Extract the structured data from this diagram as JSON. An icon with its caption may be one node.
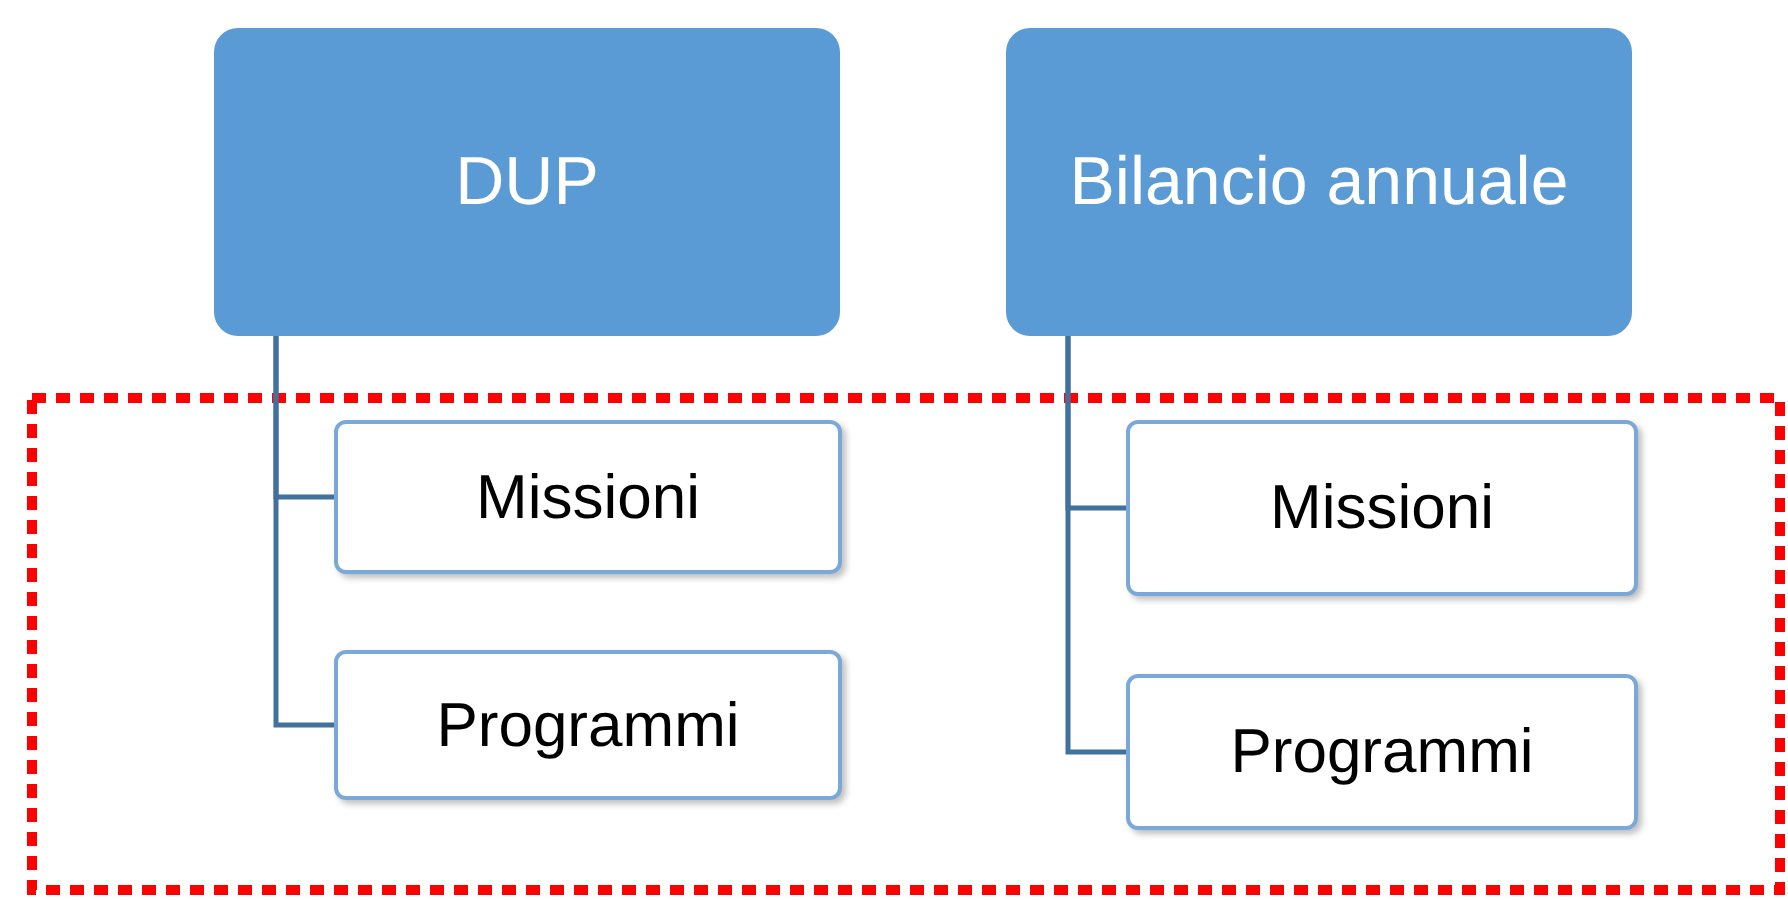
{
  "diagram": {
    "nodes": [
      {
        "text": [
          "DUP"
        ]
      },
      {
        "text": [
          "Bilancio annuale"
        ]
      },
      {
        "text": [
          "Missioni"
        ]
      },
      {
        "text": [
          "Programmi"
        ]
      },
      {
        "text": [
          "Missioni"
        ]
      },
      {
        "text": [
          "Programmi"
        ]
      }
    ],
    "edges": [
      {
        "from": 0,
        "to": 2,
        "arrow": "none"
      },
      {
        "from": 0,
        "to": 3,
        "arrow": "none"
      },
      {
        "from": 1,
        "to": 4,
        "arrow": "none"
      },
      {
        "from": 1,
        "to": 5,
        "arrow": "none"
      }
    ]
  }
}
